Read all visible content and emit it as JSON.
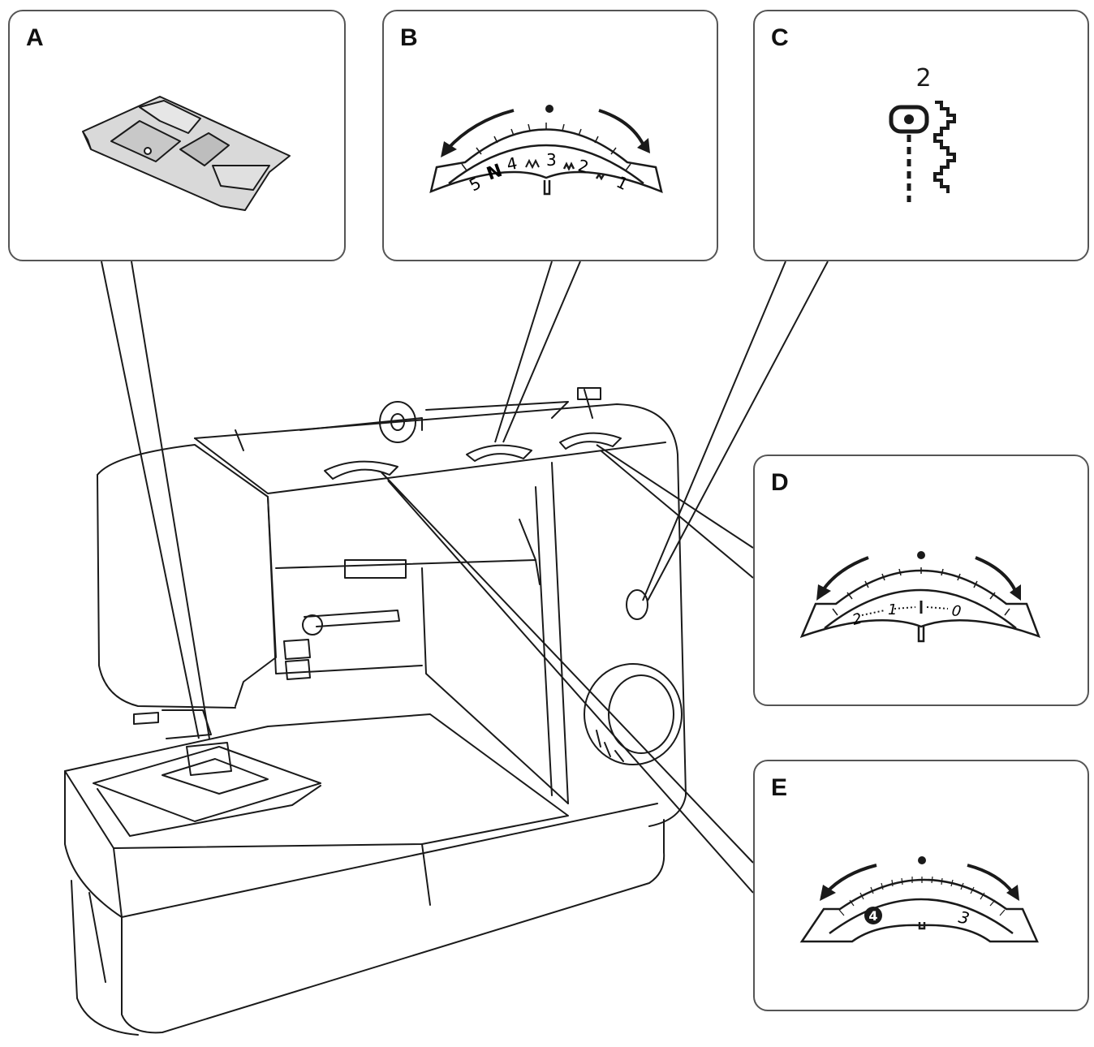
{
  "panels": {
    "a": {
      "label": "A"
    },
    "b": {
      "label": "B",
      "dial_numbers": [
        "5",
        "N",
        "4",
        "3",
        "2",
        "1"
      ]
    },
    "c": {
      "label": "C",
      "stitch_number": "2"
    },
    "d": {
      "label": "D",
      "dial_numbers": [
        "2",
        "1",
        "0"
      ]
    },
    "e": {
      "label": "E",
      "selected_number": "4",
      "dial_numbers": [
        "3"
      ]
    }
  },
  "colors": {
    "line": "#1a1a1a",
    "panel_border": "#555555",
    "fill_light": "#d9d9d9"
  }
}
